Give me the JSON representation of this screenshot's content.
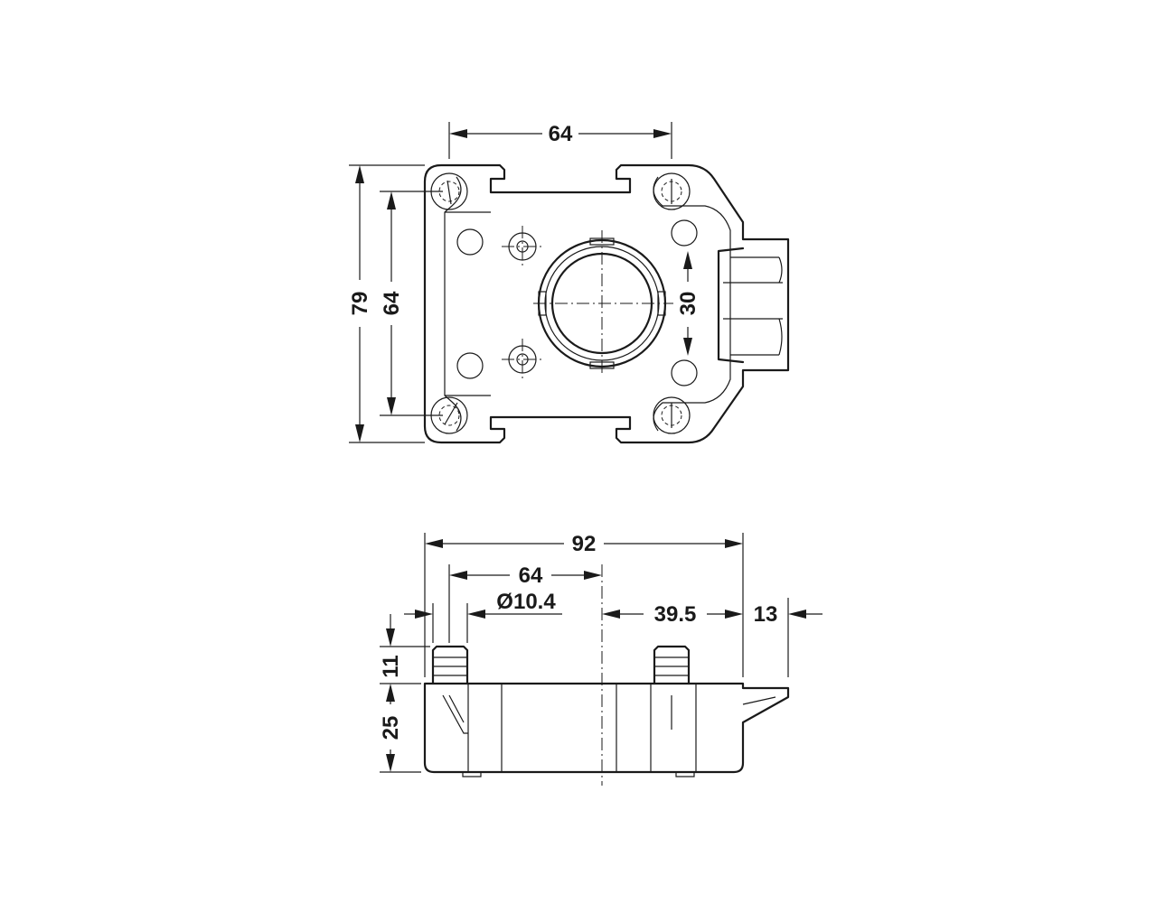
{
  "top_view": {
    "dim_width_64": "64",
    "dim_height_79": "79",
    "dim_height_64": "64",
    "dim_slot_30": "30"
  },
  "side_view": {
    "dim_overall_92": "92",
    "dim_spacing_64": "64",
    "dim_dowel_dia": "Ø10.4",
    "dim_offset_39_5": "39.5",
    "dim_tab_13": "13",
    "dim_dowel_height_11": "11",
    "dim_body_height_25": "25"
  },
  "colors": {
    "line": "#1a1a1a",
    "background": "#ffffff"
  }
}
